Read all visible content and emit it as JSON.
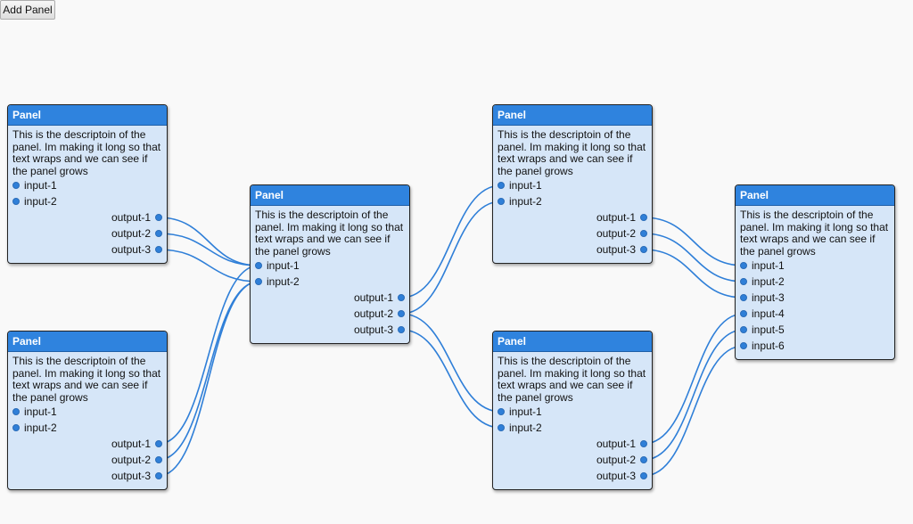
{
  "toolbar": {
    "add_panel_label": "Add Panel"
  },
  "panel_title": "Panel",
  "panel_description": "This is the descriptoin of the panel. Im making it long so that text wraps and we can see if the panel grows",
  "colors": {
    "header": "#2f83de",
    "body": "#d6e6f8",
    "wire": "#2f7fd8",
    "background": "#f9f9f9"
  },
  "panels": [
    {
      "id": "p1",
      "inputs": [
        "input-1",
        "input-2"
      ],
      "outputs": [
        "output-1",
        "output-2",
        "output-3"
      ]
    },
    {
      "id": "p2",
      "inputs": [
        "input-1",
        "input-2"
      ],
      "outputs": [
        "output-1",
        "output-2",
        "output-3"
      ]
    },
    {
      "id": "p3",
      "inputs": [
        "input-1",
        "input-2"
      ],
      "outputs": [
        "output-1",
        "output-2",
        "output-3"
      ]
    },
    {
      "id": "p4",
      "inputs": [
        "input-1",
        "input-2"
      ],
      "outputs": [
        "output-1",
        "output-2",
        "output-3"
      ]
    },
    {
      "id": "p5",
      "inputs": [
        "input-1",
        "input-2"
      ],
      "outputs": [
        "output-1",
        "output-2",
        "output-3"
      ]
    },
    {
      "id": "p6",
      "inputs": [
        "input-1",
        "input-2",
        "input-3",
        "input-4",
        "input-5",
        "input-6"
      ],
      "outputs": []
    }
  ],
  "connections": [
    {
      "from": "p1",
      "out": 0,
      "to": "p3",
      "in": 0
    },
    {
      "from": "p1",
      "out": 1,
      "to": "p3",
      "in": 0
    },
    {
      "from": "p1",
      "out": 2,
      "to": "p3",
      "in": 1
    },
    {
      "from": "p2",
      "out": 0,
      "to": "p3",
      "in": 0
    },
    {
      "from": "p2",
      "out": 1,
      "to": "p3",
      "in": 1
    },
    {
      "from": "p2",
      "out": 2,
      "to": "p3",
      "in": 1
    },
    {
      "from": "p3",
      "out": 0,
      "to": "p4",
      "in": 0
    },
    {
      "from": "p3",
      "out": 1,
      "to": "p4",
      "in": 1
    },
    {
      "from": "p3",
      "out": 1,
      "to": "p5",
      "in": 0
    },
    {
      "from": "p3",
      "out": 2,
      "to": "p5",
      "in": 1
    },
    {
      "from": "p4",
      "out": 0,
      "to": "p6",
      "in": 0
    },
    {
      "from": "p4",
      "out": 1,
      "to": "p6",
      "in": 1
    },
    {
      "from": "p4",
      "out": 2,
      "to": "p6",
      "in": 2
    },
    {
      "from": "p5",
      "out": 0,
      "to": "p6",
      "in": 3
    },
    {
      "from": "p5",
      "out": 1,
      "to": "p6",
      "in": 4
    },
    {
      "from": "p5",
      "out": 2,
      "to": "p6",
      "in": 5
    }
  ]
}
